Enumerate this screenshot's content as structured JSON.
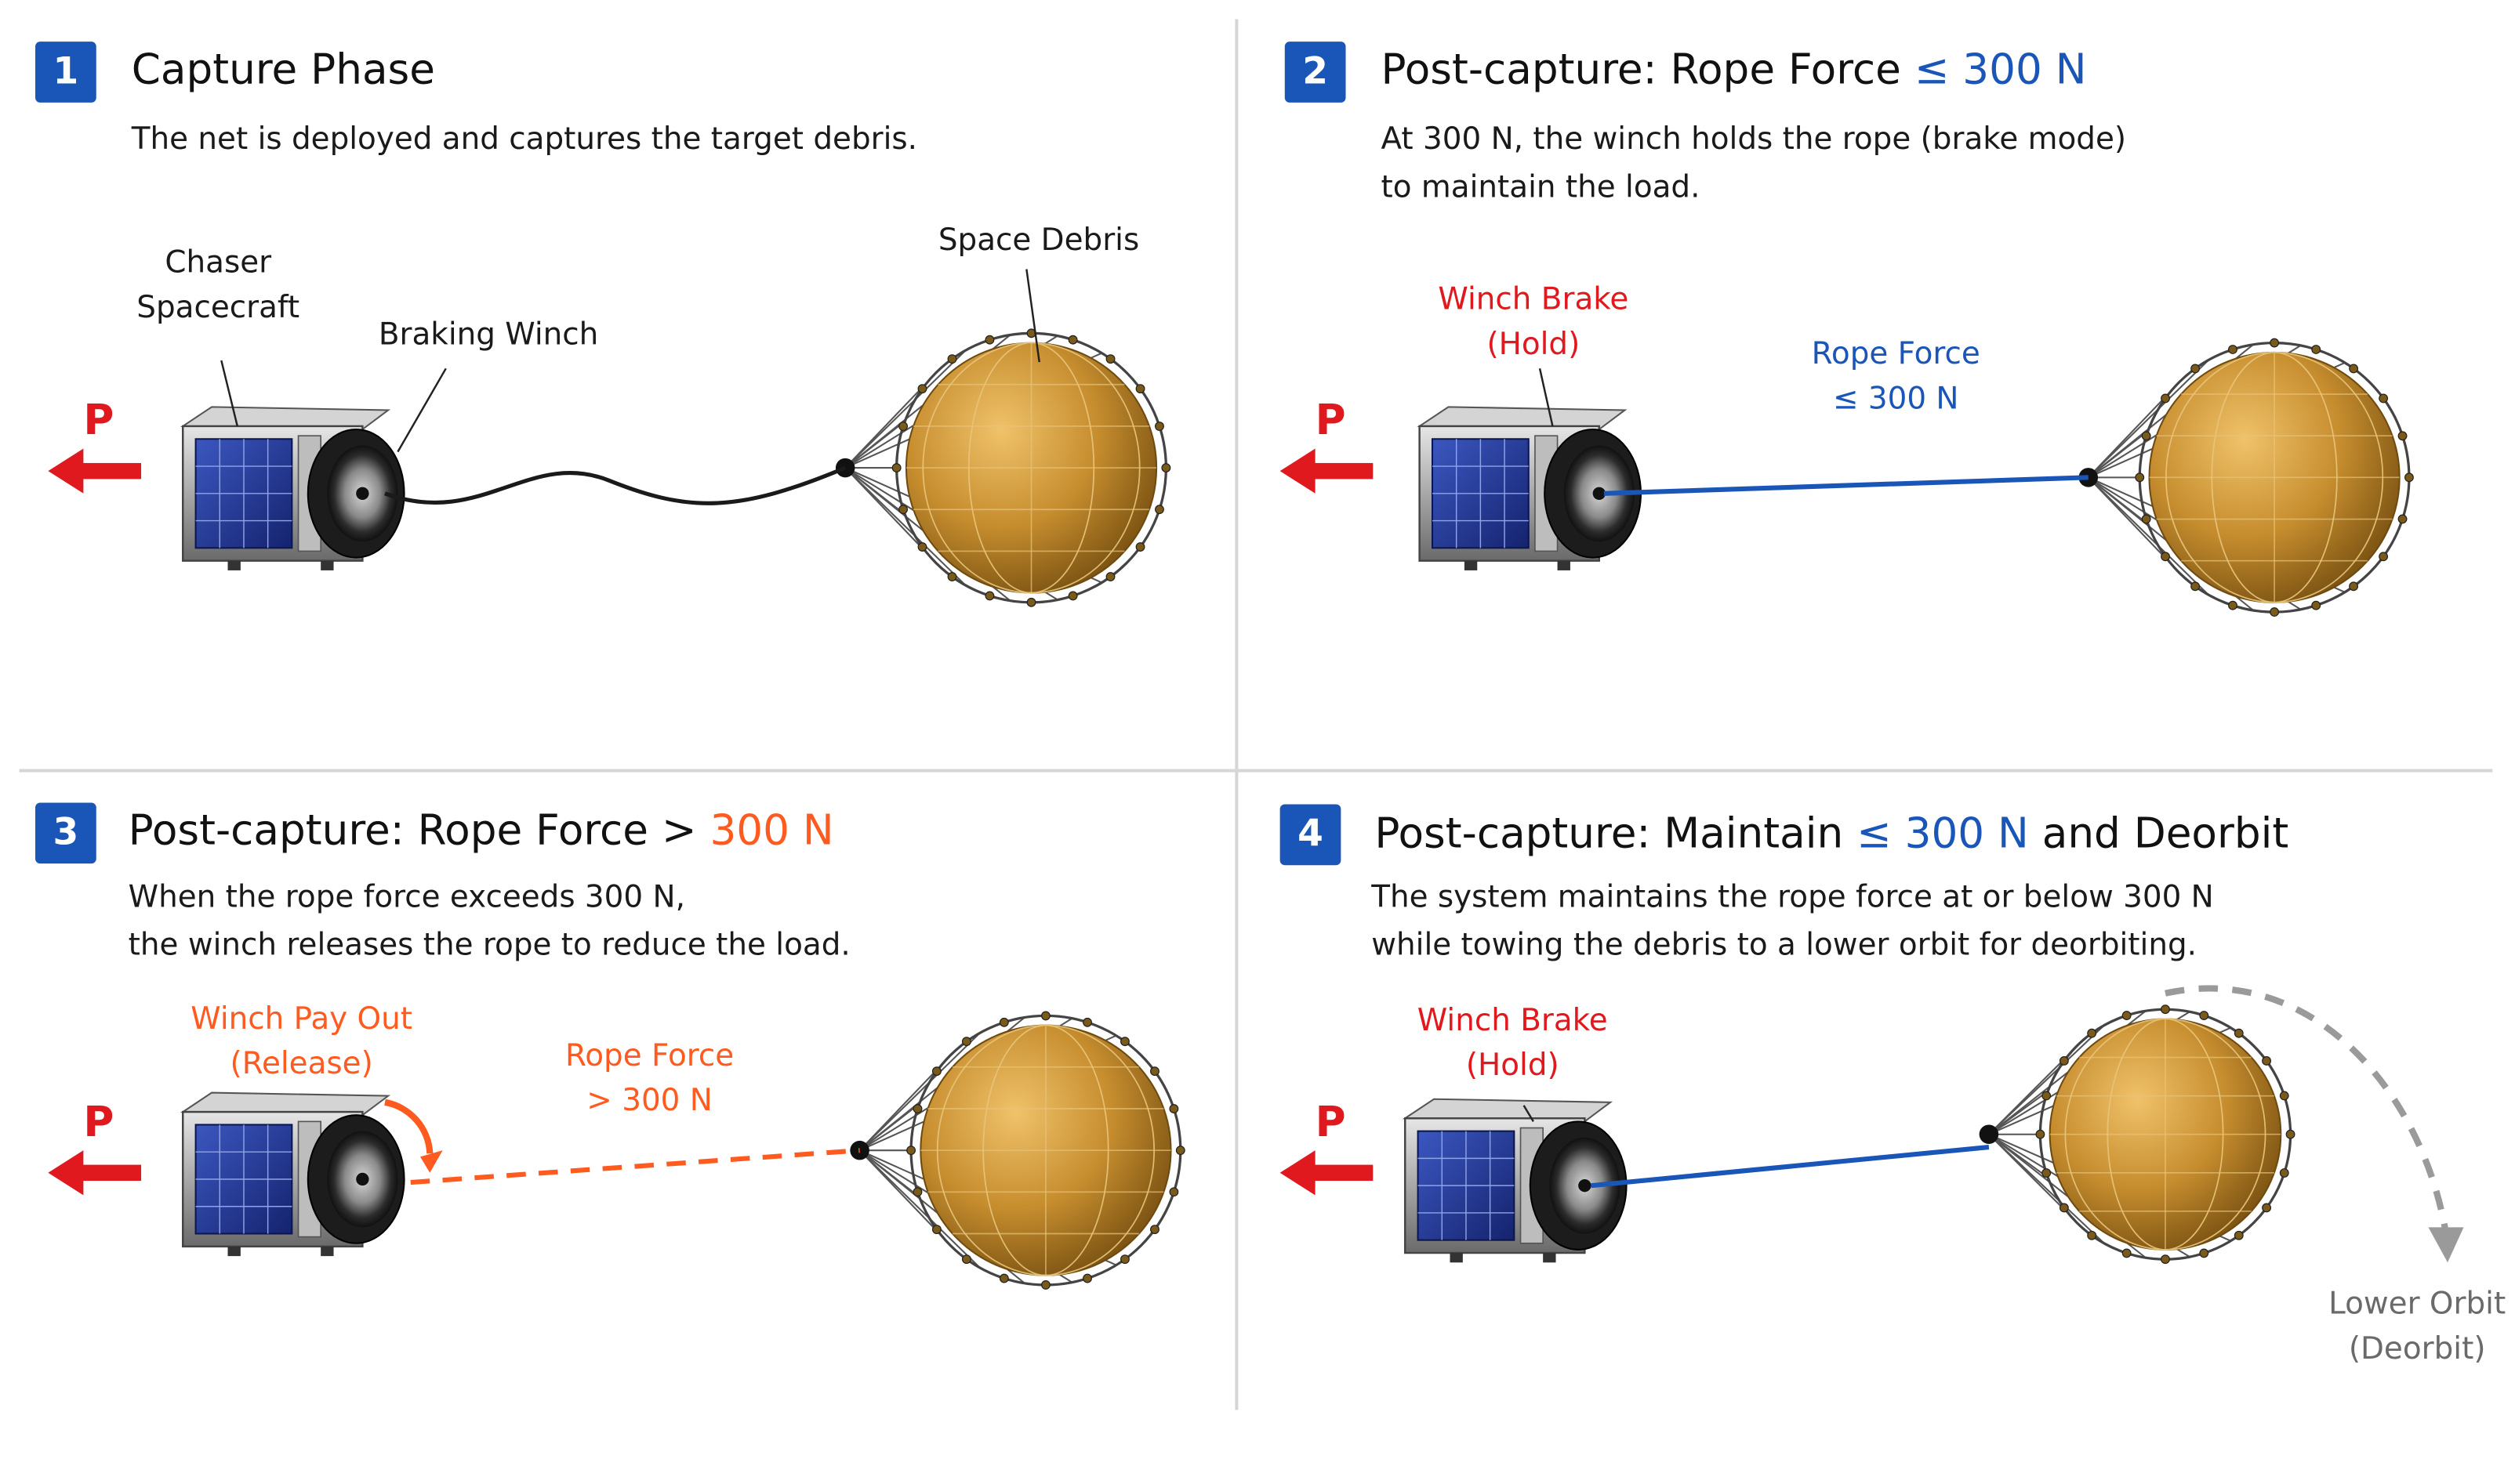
{
  "colors": {
    "badge": "#1a56b8",
    "force_red": "#e0191e",
    "blue_rope": "#1a56b8",
    "orange_rope": "#ff5a1f",
    "debris_gold": "#c68d2e",
    "net_gray": "#555555",
    "divider": "#d6d6d6"
  },
  "panels": [
    {
      "number": "1",
      "title": "Capture Phase",
      "desc_lines": [
        "The net is deployed and captures the target debris."
      ],
      "labels": {
        "chaser_line1": "Chaser",
        "chaser_line2": "Spacecraft",
        "winch": "Braking Winch",
        "debris": "Space Debris",
        "pull": "P"
      }
    },
    {
      "number": "2",
      "title_prefix": "Post-capture: Rope Force ",
      "title_highlight": "≤ 300 N",
      "desc_lines": [
        "At 300 N, the winch holds the rope (brake mode)",
        "to maintain the load."
      ],
      "labels": {
        "winch_line1": "Winch Brake",
        "winch_line2": "(Hold)",
        "rope_line1": "Rope Force",
        "rope_line2": "≤ 300 N",
        "pull": "P"
      }
    },
    {
      "number": "3",
      "title_prefix": "Post-capture: Rope Force > ",
      "title_highlight": "300 N",
      "desc_lines": [
        "When the rope force exceeds 300 N,",
        "the winch releases the rope to reduce the load."
      ],
      "labels": {
        "winch_line1": "Winch Pay Out",
        "winch_line2": "(Release)",
        "rope_line1": "Rope Force",
        "rope_line2": "> 300 N",
        "pull": "P"
      }
    },
    {
      "number": "4",
      "title_prefix": "Post-capture: Maintain ",
      "title_highlight": "≤ 300 N",
      "title_suffix": " and Deorbit",
      "desc_lines": [
        "The system maintains the rope force at or below 300 N",
        "while towing the debris to a lower orbit for deorbiting."
      ],
      "labels": {
        "winch_line1": "Winch Brake",
        "winch_line2": "(Hold)",
        "orbit_line1": "Lower Orbit",
        "orbit_line2": "(Deorbit)",
        "pull": "P"
      }
    }
  ]
}
